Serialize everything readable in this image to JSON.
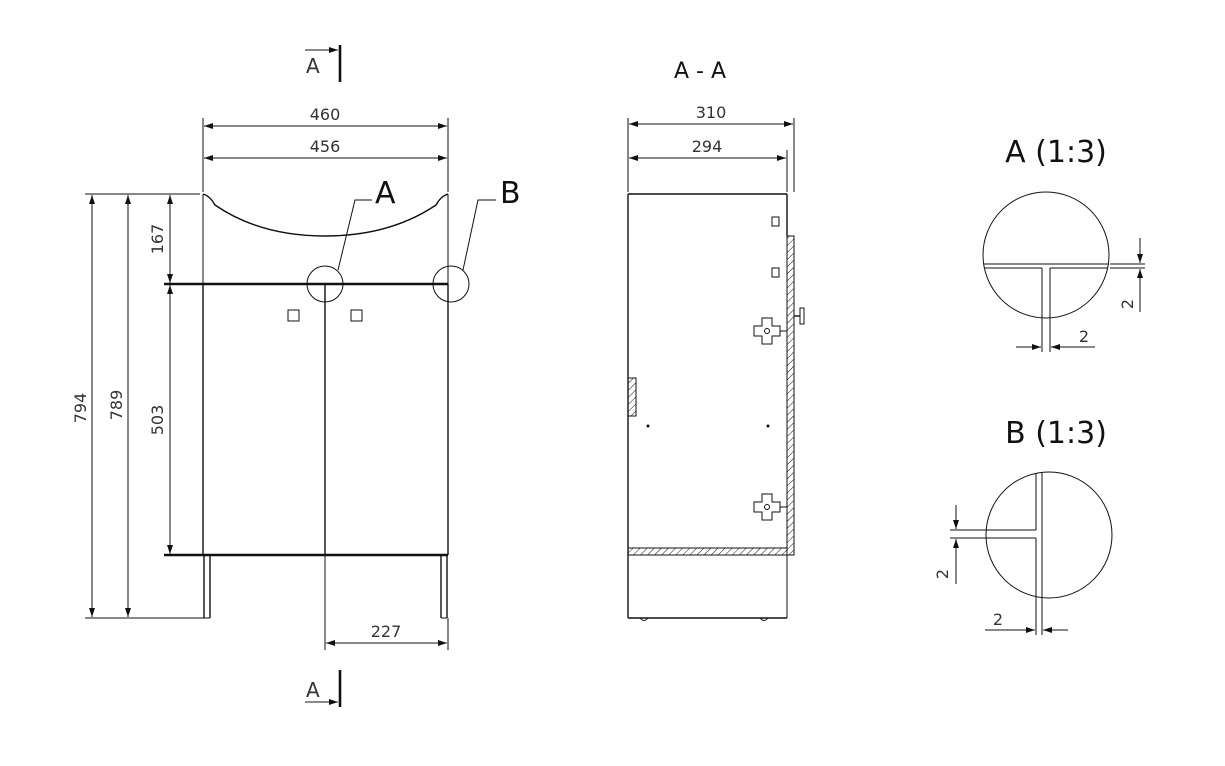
{
  "front_view": {
    "section_marker_top": "A",
    "section_marker_bottom": "A",
    "dim_width_outer": "460",
    "dim_width_inner": "456",
    "dim_height_total": "794",
    "dim_height_body": "789",
    "dim_top_section": "167",
    "dim_door": "503",
    "dim_half_width": "227",
    "detail_label_a": "A",
    "detail_label_b": "B"
  },
  "section_view": {
    "title": "A - A",
    "dim_depth_outer": "310",
    "dim_depth_inner": "294"
  },
  "detail_a": {
    "title": "A (1:3)",
    "dim_vertical": "2",
    "dim_horizontal": "2"
  },
  "detail_b": {
    "title": "B (1:3)",
    "dim_vertical": "2",
    "dim_horizontal": "2"
  },
  "colors": {
    "line": "#111111",
    "background": "#ffffff"
  }
}
